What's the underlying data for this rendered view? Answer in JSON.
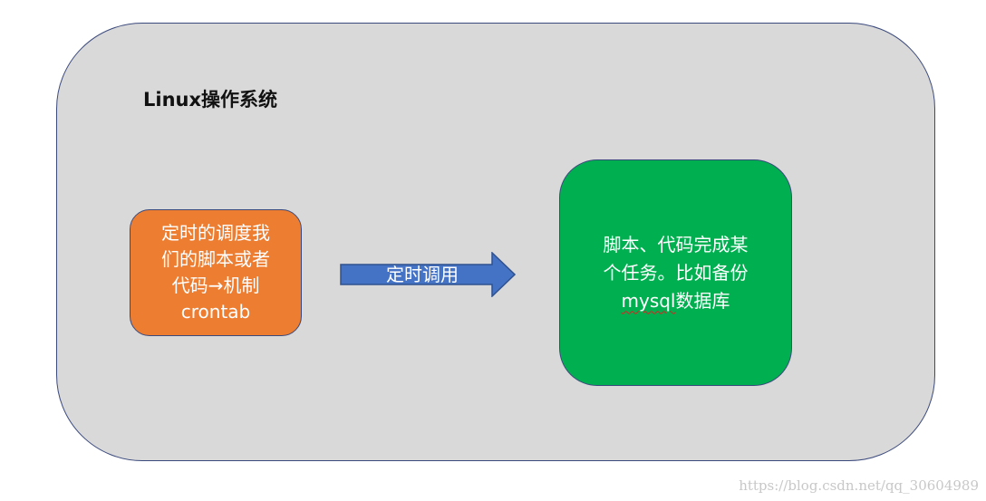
{
  "diagram": {
    "container_title": "Linux操作系统",
    "source_box": {
      "lines": [
        "定时的调度我",
        "们的脚本或者",
        "代码→机制",
        "crontab"
      ]
    },
    "arrow": {
      "label": "定时调用"
    },
    "target_box": {
      "line1": "脚本、代码完成某",
      "line2": "个任务。比如备份",
      "line3_word": "mysql",
      "line3_rest": "数据库"
    }
  },
  "colors": {
    "container_fill": "#d9d9d9",
    "outline": "#3b4a7d",
    "source_fill": "#ed7d31",
    "arrow_fill": "#4472c4",
    "target_fill": "#00b050"
  },
  "watermark": "https://blog.csdn.net/qq_30604989"
}
